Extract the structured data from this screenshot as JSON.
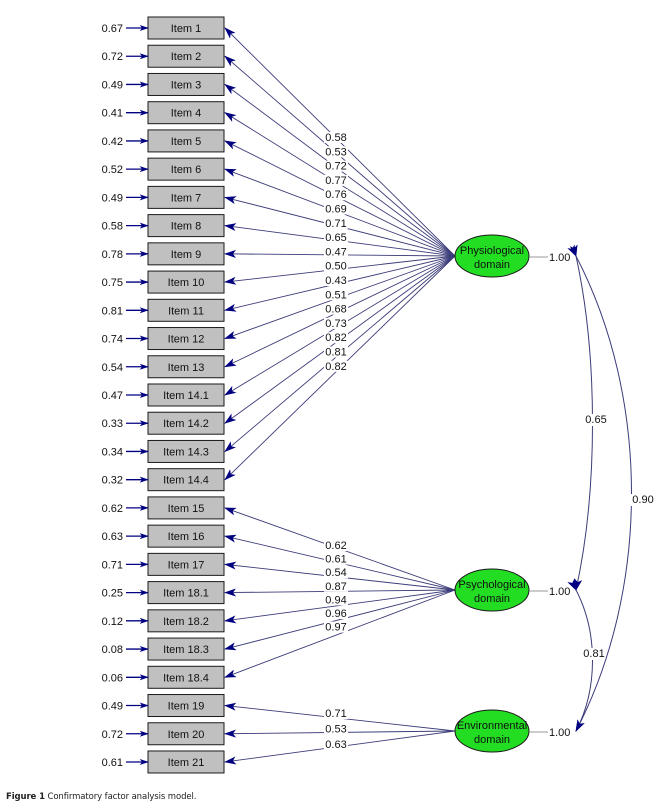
{
  "caption": {
    "label": "Figure 1",
    "text": "Confirmatory factor analysis model."
  },
  "colors": {
    "box_fill": "#c0c0c0",
    "factor_fill": "#22dd22",
    "arrow": "#000080",
    "line": "#3c3c7a",
    "var_line": "#9a9a9a"
  },
  "factors": [
    {
      "id": "phys",
      "line1": "Physiological",
      "line2": "domain",
      "variance": "1.00"
    },
    {
      "id": "psych",
      "line1": "Psychological",
      "line2": "domain",
      "variance": "1.00"
    },
    {
      "id": "env",
      "line1": "Environmental",
      "line2": "domain",
      "variance": "1.00"
    }
  ],
  "items": [
    {
      "label": "Item 1",
      "error": "0.67",
      "factor": "phys",
      "loading": "0.58"
    },
    {
      "label": "Item 2",
      "error": "0.72",
      "factor": "phys",
      "loading": "0.53"
    },
    {
      "label": "Item 3",
      "error": "0.49",
      "factor": "phys",
      "loading": "0.72"
    },
    {
      "label": "Item 4",
      "error": "0.41",
      "factor": "phys",
      "loading": "0.77"
    },
    {
      "label": "Item 5",
      "error": "0.42",
      "factor": "phys",
      "loading": "0.76"
    },
    {
      "label": "Item 6",
      "error": "0.52",
      "factor": "phys",
      "loading": "0.69"
    },
    {
      "label": "Item 7",
      "error": "0.49",
      "factor": "phys",
      "loading": "0.71"
    },
    {
      "label": "Item 8",
      "error": "0.58",
      "factor": "phys",
      "loading": "0.65"
    },
    {
      "label": "Item 9",
      "error": "0.78",
      "factor": "phys",
      "loading": "0.47"
    },
    {
      "label": "Item 10",
      "error": "0.75",
      "factor": "phys",
      "loading": "0.50"
    },
    {
      "label": "Item 11",
      "error": "0.81",
      "factor": "phys",
      "loading": "0.43"
    },
    {
      "label": "Item 12",
      "error": "0.74",
      "factor": "phys",
      "loading": "0.51"
    },
    {
      "label": "Item 13",
      "error": "0.54",
      "factor": "phys",
      "loading": "0.68"
    },
    {
      "label": "Item 14.1",
      "error": "0.47",
      "factor": "phys",
      "loading": "0.73"
    },
    {
      "label": "Item 14.2",
      "error": "0.33",
      "factor": "phys",
      "loading": "0.82"
    },
    {
      "label": "Item 14.3",
      "error": "0.34",
      "factor": "phys",
      "loading": "0.81"
    },
    {
      "label": "Item 14.4",
      "error": "0.32",
      "factor": "phys",
      "loading": "0.82"
    },
    {
      "label": "Item 15",
      "error": "0.62",
      "factor": "psych",
      "loading": "0.62"
    },
    {
      "label": "Item 16",
      "error": "0.63",
      "factor": "psych",
      "loading": "0.61"
    },
    {
      "label": "Item 17",
      "error": "0.71",
      "factor": "psych",
      "loading": "0.54"
    },
    {
      "label": "Item 18.1",
      "error": "0.25",
      "factor": "psych",
      "loading": "0.87"
    },
    {
      "label": "Item 18.2",
      "error": "0.12",
      "factor": "psych",
      "loading": "0.94"
    },
    {
      "label": "Item 18.3",
      "error": "0.08",
      "factor": "psych",
      "loading": "0.96"
    },
    {
      "label": "Item 18.4",
      "error": "0.06",
      "factor": "psych",
      "loading": "0.97"
    },
    {
      "label": "Item 19",
      "error": "0.49",
      "factor": "env",
      "loading": "0.71"
    },
    {
      "label": "Item 20",
      "error": "0.72",
      "factor": "env",
      "loading": "0.53"
    },
    {
      "label": "Item 21",
      "error": "0.61",
      "factor": "env",
      "loading": "0.63"
    }
  ],
  "covariances": [
    {
      "from": "phys",
      "to": "psych",
      "value": "0.65"
    },
    {
      "from": "psych",
      "to": "env",
      "value": "0.81"
    },
    {
      "from": "phys",
      "to": "env",
      "value": "0.90"
    }
  ]
}
